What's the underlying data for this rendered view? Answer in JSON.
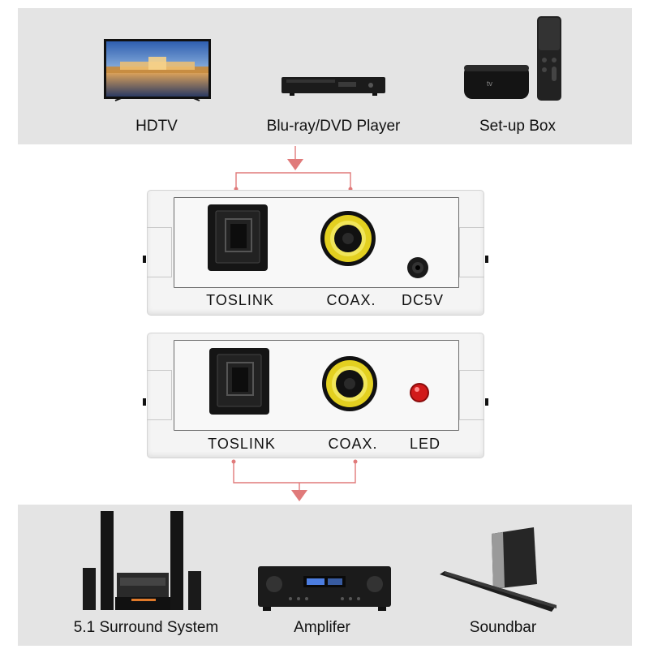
{
  "sources": [
    {
      "label": "HDTV",
      "icon": "tv-icon"
    },
    {
      "label": "Blu-ray/DVD Player",
      "icon": "bluray-player-icon"
    },
    {
      "label": "Set-up Box",
      "icon": "settop-box-icon"
    }
  ],
  "converter_input": {
    "ports": [
      {
        "label": "TOSLINK",
        "icon": "toslink-port-icon"
      },
      {
        "label": "COAX.",
        "icon": "coax-port-icon"
      },
      {
        "label": "DC5V",
        "icon": "dc-jack-icon"
      }
    ]
  },
  "converter_output": {
    "ports": [
      {
        "label": "TOSLINK",
        "icon": "toslink-port-icon"
      },
      {
        "label": "COAX.",
        "icon": "coax-port-icon"
      },
      {
        "label": "LED",
        "icon": "led-icon"
      }
    ]
  },
  "outputs": [
    {
      "label": "5.1 Surround System",
      "icon": "surround-system-icon"
    },
    {
      "label": "Amplifer",
      "icon": "amplifier-icon"
    },
    {
      "label": "Soundbar",
      "icon": "soundbar-icon"
    }
  ],
  "colors": {
    "panel": "#e4e4e4",
    "connector": "#e07a7a",
    "coax_ring": "#e3d020",
    "led": "#d11a1a"
  }
}
